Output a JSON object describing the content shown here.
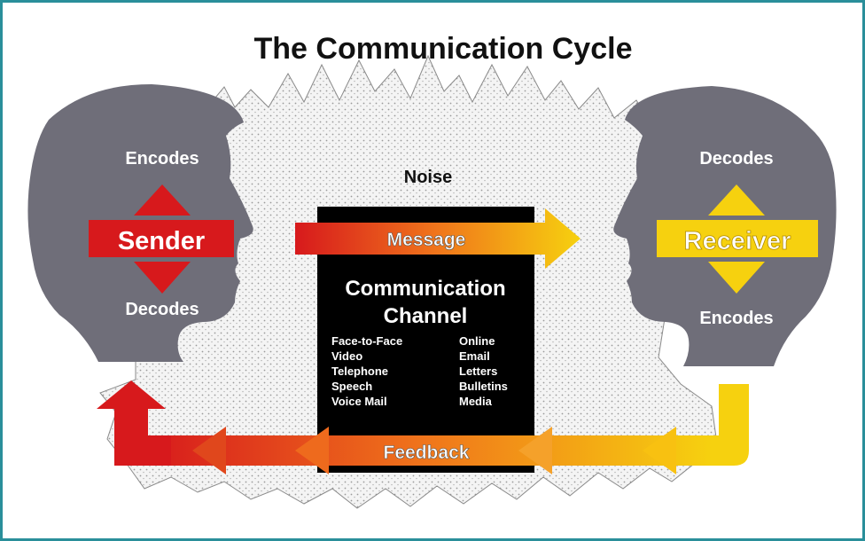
{
  "title": "The Communication Cycle",
  "noise_label": "Noise",
  "sender": {
    "label": "Sender",
    "top_label": "Encodes",
    "bottom_label": "Decodes"
  },
  "receiver": {
    "label": "Receiver",
    "top_label": "Decodes",
    "bottom_label": "Encodes"
  },
  "message_label": "Message",
  "feedback_label": "Feedback",
  "channel": {
    "title_line1": "Communication",
    "title_line2": "Channel",
    "left_items": [
      "Face-to-Face",
      "Video",
      "Telephone",
      "Speech",
      "Voice Mail"
    ],
    "right_items": [
      "Online",
      "Email",
      "Letters",
      "Bulletins",
      "Media"
    ]
  },
  "colors": {
    "frame": "#2a8f9a",
    "head": "#6f6e79",
    "sender_accent": "#d7191c",
    "receiver_accent": "#f6d10f",
    "channel_box": "#000000",
    "arrow_start": "#d7191c",
    "arrow_end": "#f6d10f"
  }
}
